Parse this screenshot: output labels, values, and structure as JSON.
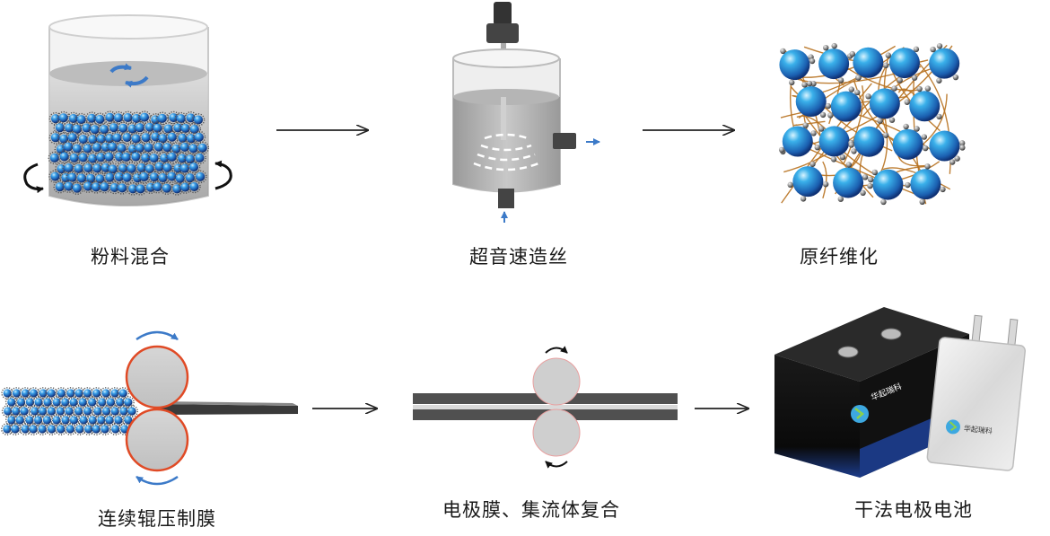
{
  "steps": [
    {
      "id": "powder-mixing",
      "label": "粉料混合"
    },
    {
      "id": "ultrasonic-spinning",
      "label": "超音速造丝"
    },
    {
      "id": "fibrillation",
      "label": "原纤维化"
    },
    {
      "id": "roll-press-film",
      "label": "连续辊压制膜"
    },
    {
      "id": "lamination",
      "label": "电极膜、集流体复合"
    },
    {
      "id": "dry-electrode-battery",
      "label": "干法电极电池"
    }
  ],
  "battery": {
    "brand_text": "华起瑞科"
  },
  "colors": {
    "particle": "#2f7fd1",
    "fiber": "#b7711f",
    "roller_outline": "#e04a25",
    "rotation_arrow": "#3c7ac8",
    "arrow": "#222222"
  }
}
